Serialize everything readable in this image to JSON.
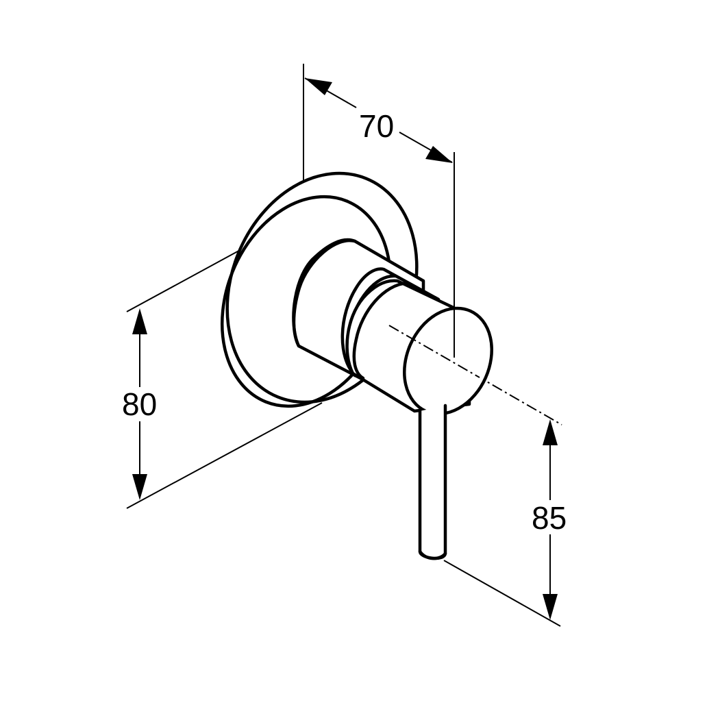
{
  "dimensions": {
    "width_label": "70",
    "height_label": "80",
    "lever_label": "85"
  },
  "colors": {
    "line": "#000000",
    "background": "#ffffff"
  }
}
